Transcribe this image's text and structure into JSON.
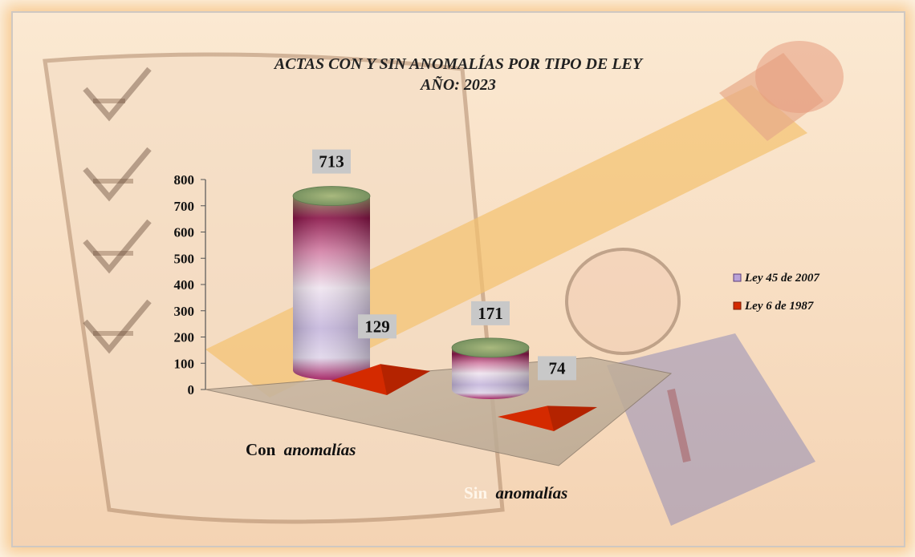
{
  "chart_data": {
    "type": "bar",
    "title": "ACTAS CON Y SIN ANOMALÍAS POR TIPO DE LEY",
    "subtitle": "AÑO: 2023",
    "categories": [
      "Con anomalías",
      "Sin anomalías"
    ],
    "category_parts": [
      {
        "plain": "Con",
        "italic": "anomalías"
      },
      {
        "plain": "Sin",
        "italic": "anomalías"
      }
    ],
    "series": [
      {
        "name": "Ley 45 de 2007",
        "values": [
          713,
          171
        ],
        "color": "#a0145a",
        "shape": "cylinder"
      },
      {
        "name": "Ley 6 de 1987",
        "values": [
          129,
          74
        ],
        "color": "#d42a00",
        "shape": "pyramid"
      }
    ],
    "yticks": [
      0,
      100,
      200,
      300,
      400,
      500,
      600,
      700,
      800
    ],
    "ylim": [
      0,
      800
    ],
    "legend_position": "right",
    "grid": false
  }
}
